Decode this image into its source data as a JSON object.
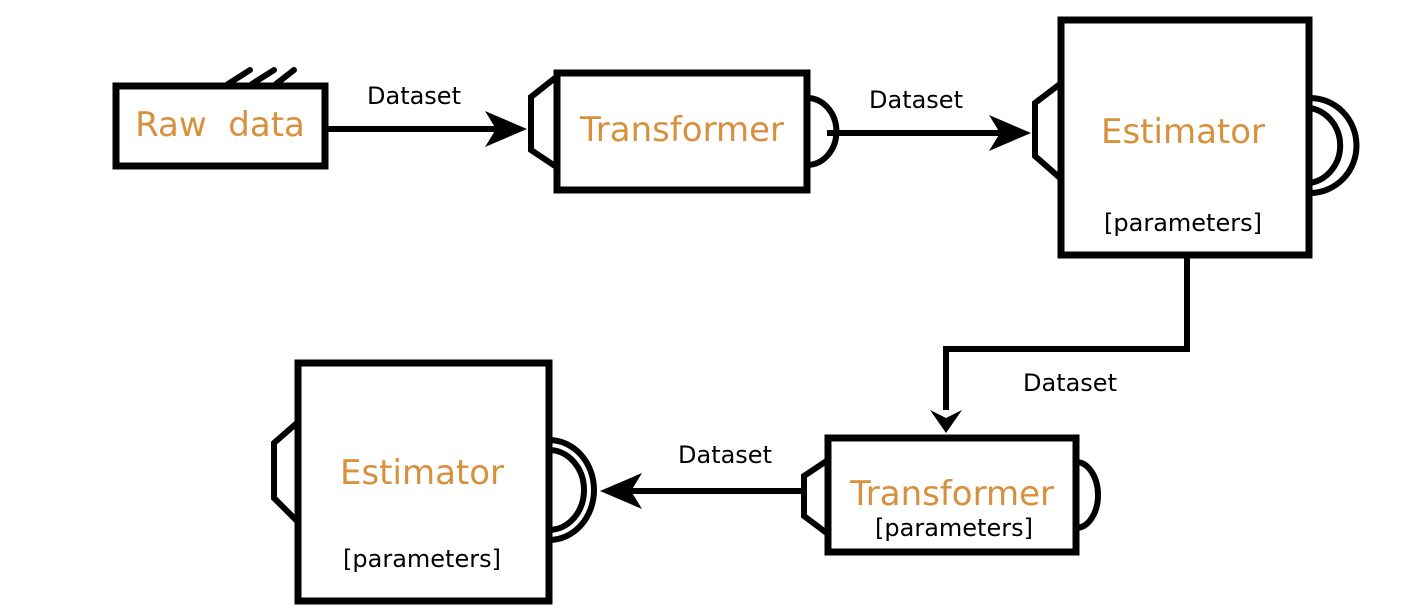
{
  "nodes": {
    "raw_data": {
      "label": "Raw  data"
    },
    "transformer_1": {
      "label": "Transformer"
    },
    "estimator_1": {
      "label": "Estimator",
      "sub": "[parameters]"
    },
    "transformer_2": {
      "label": "Transformer",
      "sub": "[parameters]"
    },
    "estimator_2": {
      "label": "Estimator",
      "sub": "[parameters]"
    }
  },
  "edges": {
    "e1": {
      "label": "Dataset"
    },
    "e2": {
      "label": "Dataset"
    },
    "e3": {
      "label": "Dataset"
    },
    "e4": {
      "label": "Dataset"
    }
  },
  "colors": {
    "label": "#d8903d",
    "stroke": "#000000"
  }
}
